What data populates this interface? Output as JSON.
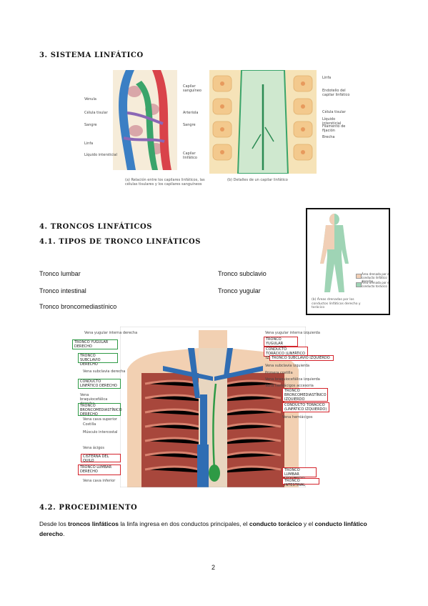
{
  "section3": {
    "title": "3. SISTEMA LINFÁTICO"
  },
  "figure_a": {
    "labels_left": [
      "Vénula",
      "Célula tisular",
      "Sangre",
      "Linfa",
      "Líquido intersticial"
    ],
    "labels_right": [
      "Capilar sanguíneo",
      "Arteriola",
      "Sangre",
      "Capilar linfático"
    ],
    "caption": "(a) Relación entre los capilares linfáticos, las células tisulares y los capilares sanguíneos"
  },
  "figure_b": {
    "labels": [
      "Linfa",
      "Endotelio del capilar linfático",
      "Célula tisular",
      "Líquido intersticial",
      "Filamento de fijación",
      "Brecha"
    ],
    "caption": "(b) Detalles de un capilar linfático"
  },
  "section4": {
    "title": "4. TRONCOS LINFÁTICOS"
  },
  "section41": {
    "title": "4.1. TIPOS DE TRONCO LINFÁTICOS",
    "trunks_left": [
      "Tronco lumbar",
      "Tronco intestinal",
      "Tronco broncomediastínico"
    ],
    "trunks_right": [
      "Tronco subclavio",
      "Tronco yugular"
    ]
  },
  "body_figure": {
    "legend": [
      "Área drenada por el conducto linfático derecho",
      "Área drenada por el conducto torácico"
    ],
    "caption": "(b) Áreas drenadas por los conductos linfáticos derecho y torácico",
    "colors": {
      "right_duct": "#f1cfb6",
      "thoracic": "#9fd4b5"
    }
  },
  "thorax_figure": {
    "left_labels": [
      "Vena yugular interna derecha",
      "TRONCO YUGULAR DERECHO",
      "TRONCO SUBCLAVIO DERECHO",
      "Vena subclavia derecha",
      "CONDUCTO LINFÁTICO DERECHO",
      "Vena braquiocefálica derecha",
      "TRONCO BRONCOMEDIASTÍNICO DERECHO",
      "Vena cava superior",
      "Costilla",
      "Músculo intercostal",
      "Vena ácigos",
      "CISTERNA DEL QUILO",
      "TRONCO LUMBAR DERECHO",
      "Vena cava inferior"
    ],
    "right_labels": [
      "Vena yugular interna izquierda",
      "TRONCO YUGULAR IZQUIERDO",
      "CONDUCTO TORÁCICO (LINFÁTICO IZQUIERDO)",
      "TRONCO SUBCLAVIO IZQUIERDO",
      "Vena subclavia izquierda",
      "Primera costilla",
      "Vena braquiocefálica izquierda",
      "Vena hemiácigos accesoria",
      "TRONCO BRONCOMEDIASTÍNICO IZQUIERDO",
      "CONDUCTO TORÁCICO (LINFÁTICO IZQUIERDO)",
      "Vena hemiácigos",
      "TRONCO LUMBAR IZQUIERDO",
      "TRONCO INTESTINAL"
    ]
  },
  "section42": {
    "title": "4.2. PROCEDIMIENTO",
    "p_part1": "Desde los ",
    "p_bold1": "troncos linfáticos",
    "p_part2": " la linfa ingresa en dos conductos principales, el ",
    "p_bold2": "conducto torácico",
    "p_part3": " y el ",
    "p_bold3": "conducto linfático derecho",
    "p_part4": "."
  },
  "page_number": "2"
}
